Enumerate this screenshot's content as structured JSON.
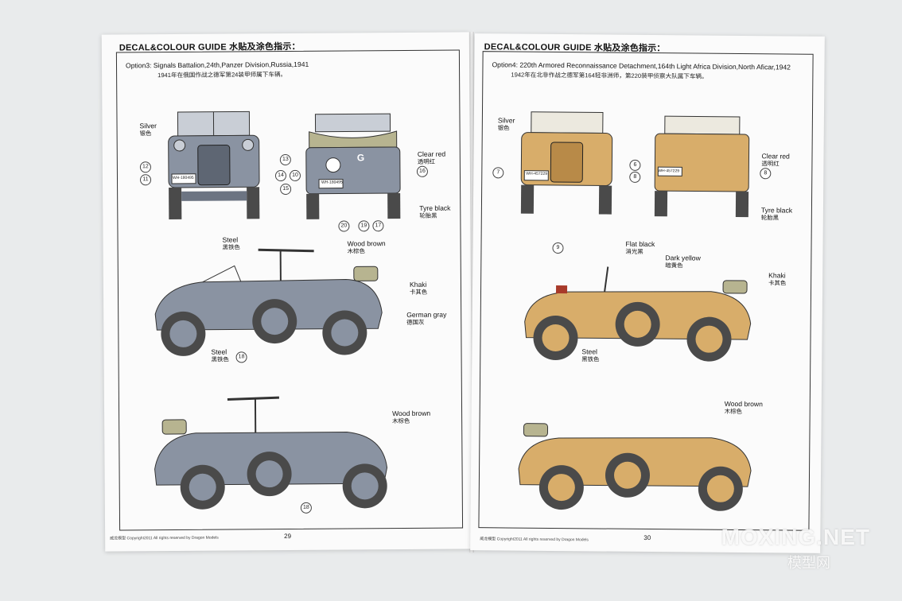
{
  "left": {
    "header": "DECAL&COLOUR GUIDE 水贴及涂色指示：",
    "option_title": "Option3: Signals Battalion,24th,Panzer Division,Russia,1941",
    "option_cn": "1941年在俄国作战之德军第24装甲师属下车辆。",
    "colors": {
      "gray": "#8a93a2",
      "gray_dark": "#5e6673",
      "tyre": "#4a4a4a"
    },
    "labels": {
      "silver_en": "Silver",
      "silver_cn": "银色",
      "clear_red_en": "Clear red",
      "clear_red_cn": "透明红",
      "tyre_en": "Tyre black",
      "tyre_cn": "轮胎黑",
      "steel_en": "Steel",
      "steel_cn": "黑铁色",
      "wood_en": "Wood brown",
      "wood_cn": "木棕色",
      "khaki_en": "Khaki",
      "khaki_cn": "卡其色",
      "gray_en": "German gray",
      "gray_cn": "德国灰",
      "steel2_en": "Steel",
      "steel2_cn": "黑铁色",
      "wood2_en": "Wood brown",
      "wood2_cn": "木棕色"
    },
    "callouts": {
      "n12": "12",
      "n11": "11",
      "n13": "13",
      "n14": "14",
      "n15": "15",
      "n10": "10",
      "n16": "16",
      "n20": "20",
      "n19": "19",
      "n17": "17",
      "n18a": "18",
      "n18b": "18"
    },
    "plates": {
      "front": "WH-180495",
      "rear": "WH-180495",
      "letter": "G"
    },
    "footer": "威龙模型   Copyright2011  All rights reserved by Dragon Models",
    "page_number": "29"
  },
  "right": {
    "header": "DECAL&COLOUR GUIDE 水贴及涂色指示：",
    "option_title": "Option4: 220th Armored Reconnaissance Detachment,164th Light Africa Division,North Aficar,1942",
    "option_cn": "1942年在北非作战之德军第164轻非洲师，第220装甲侦察大队属下车辆。",
    "colors": {
      "sand": "#d8ad6a",
      "sand_dark": "#b88a48",
      "tyre": "#4a4a4a"
    },
    "labels": {
      "silver_en": "Silver",
      "silver_cn": "银色",
      "clear_red_en": "Clear red",
      "clear_red_cn": "透明红",
      "tyre_en": "Tyre black",
      "tyre_cn": "轮胎黑",
      "flat_en": "Flat black",
      "flat_cn": "消光黑",
      "dark_yellow_en": "Dark yellow",
      "dark_yellow_cn": "暗黄色",
      "khaki_en": "Khaki",
      "khaki_cn": "卡其色",
      "steel_en": "Steel",
      "steel_cn": "黑铁色",
      "wood_en": "Wood brown",
      "wood_cn": "木棕色"
    },
    "callouts": {
      "n7": "7",
      "n6": "6",
      "n8a": "8",
      "n8b": "8",
      "n9": "9"
    },
    "plates": {
      "front": "WH-457229",
      "rear": "WH-457229"
    },
    "footer": "威龙模型   Copyright2011  All rights reserved by Dragon Models",
    "page_number": "30"
  },
  "watermark": {
    "brand": "MOXING.NET",
    "cn": "模型网"
  }
}
